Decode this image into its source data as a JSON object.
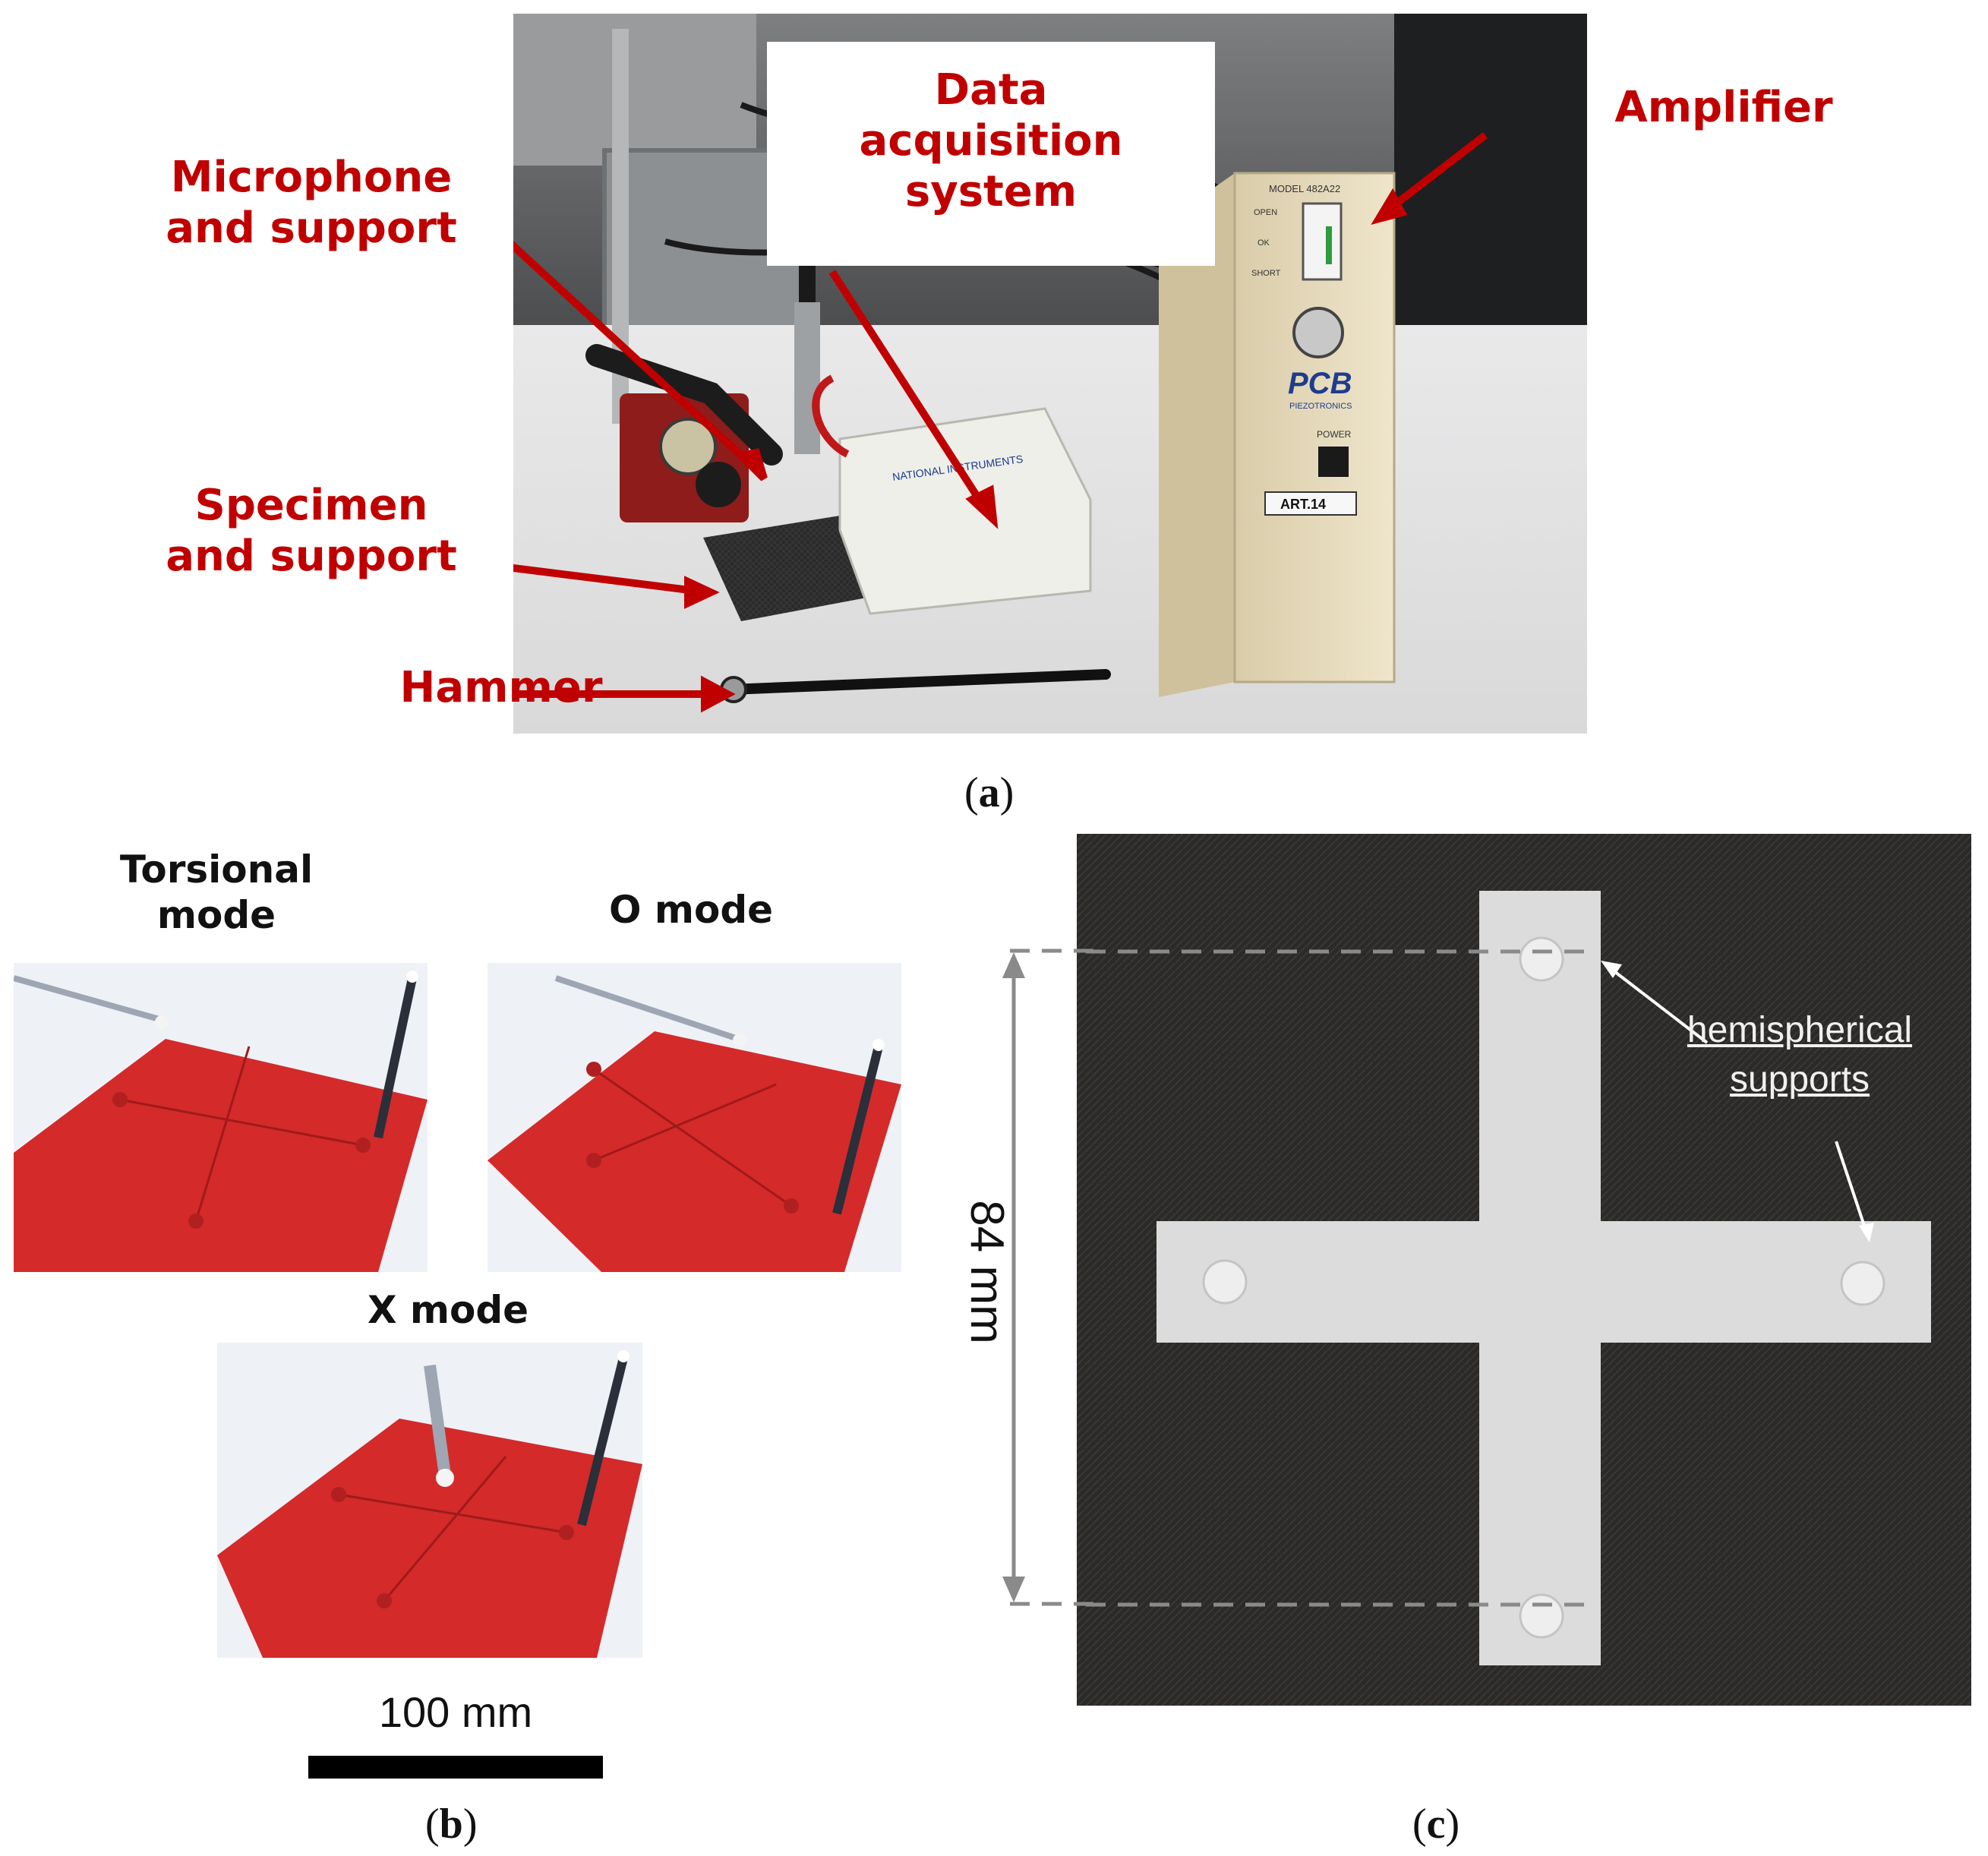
{
  "panel_a": {
    "caption_letter": "a",
    "labels": {
      "microphone_line1": "Microphone",
      "microphone_line2": "and support",
      "daq_line1": "Data",
      "daq_line2": "acquisition",
      "daq_line3": "system",
      "amplifier": "Amplifier",
      "specimen_line1": "Specimen",
      "specimen_line2": "and support",
      "hammer": "Hammer"
    },
    "device_text": {
      "amp_model": "MODEL 482A22",
      "amp_open": "OPEN",
      "amp_ok": "OK",
      "amp_short": "SHORT",
      "amp_brand": "PCB",
      "amp_sub": "PIEZOTRONICS",
      "amp_power": "POWER",
      "amp_tag": "ART.14",
      "daq_brand": "NATIONAL INSTRUMENTS"
    },
    "colors": {
      "label": "#c00000",
      "specimen": "#2a2a2a",
      "amplifier": "#e8dcbc"
    }
  },
  "panel_b": {
    "caption_letter": "b",
    "modes": [
      "Torsional mode",
      "O mode",
      "X mode"
    ],
    "torsional_line1": "Torsional",
    "torsional_line2": "mode",
    "scale_bar_label": "100 mm",
    "colors": {
      "plate": "#d42a2a"
    }
  },
  "panel_c": {
    "caption_letter": "c",
    "dimension_label": "84 mm",
    "annotation_line1": "hemispherical",
    "annotation_line2": "supports",
    "colors": {
      "background": "#2b2a28",
      "cross": "#dcdcdc"
    }
  }
}
